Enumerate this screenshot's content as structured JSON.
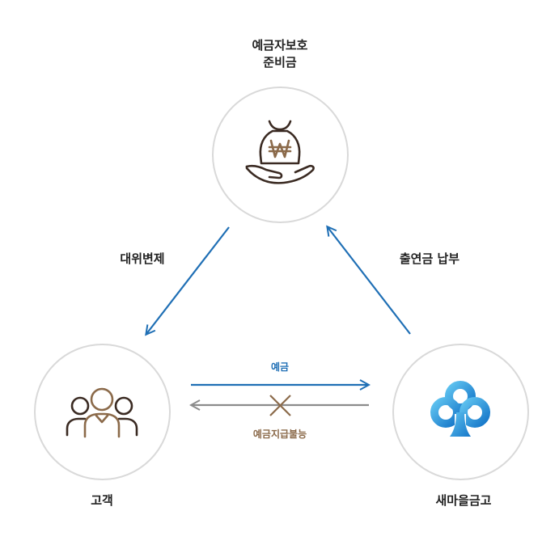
{
  "nodes": {
    "reserve": {
      "title_line1": "예금자보호",
      "title_line2": "준비금",
      "icon": "money-bag-in-hand-icon"
    },
    "customer": {
      "title": "고객",
      "icon": "people-group-icon"
    },
    "bank": {
      "title": "새마을금고",
      "icon": "cloud-clover-logo-icon"
    }
  },
  "edges": {
    "substitute_payment": "대위변제",
    "contribution_payment": "출연금 납부",
    "deposit": "예금",
    "withdrawal_failure": "예금지급불능"
  },
  "colors": {
    "blue_arrow": "#1f6fb5",
    "gray_arrow": "#8c8c8c",
    "brown_accent": "#8b6a4a",
    "circle_border": "#d9d9d9",
    "dark_icon": "#3a2a22"
  }
}
